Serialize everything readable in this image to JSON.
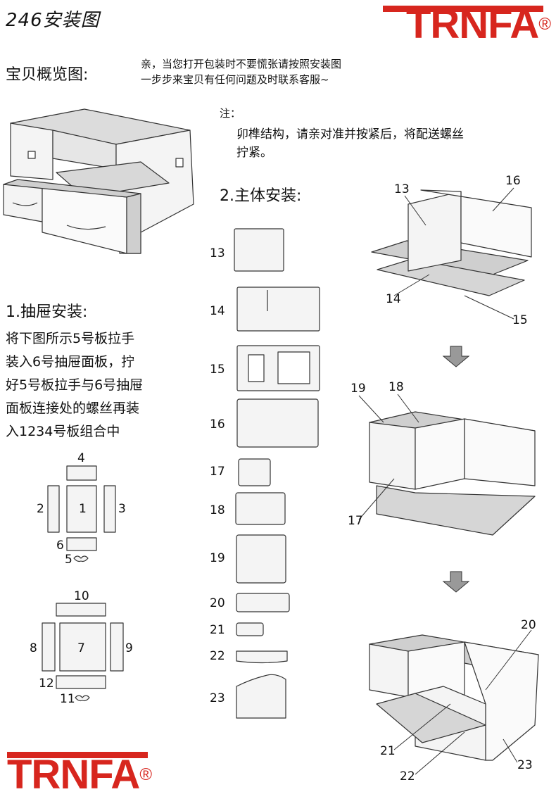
{
  "header": {
    "title": "246安装图",
    "brand": "TRNFA",
    "brand_mark": "®"
  },
  "overview": {
    "label": "宝贝概览图:",
    "intro_line1": "亲，当您打开包装时不要慌张请按照安装图",
    "intro_line2": "一步步来宝贝有任何问题及时联系客服~"
  },
  "note": {
    "label": "注：",
    "line1": "卯榫结构，请亲对准并按紧后，将配送螺丝",
    "line2": "拧紧。"
  },
  "drawer_section": {
    "title": "1.抽屉安装:",
    "lines": [
      "将下图所示5号板拉手",
      "装入6号抽屉面板，拧",
      "好5号板拉手与6号抽屉",
      "面板连接处的螺丝再装",
      "入1234号板组合中"
    ],
    "set1_numbers": [
      "4",
      "2",
      "1",
      "3",
      "6",
      "5"
    ],
    "set2_numbers": [
      "10",
      "8",
      "7",
      "9",
      "12",
      "11"
    ]
  },
  "main_section": {
    "title": "2.主体安装:",
    "part_numbers": [
      "13",
      "14",
      "15",
      "16",
      "17",
      "18",
      "19",
      "20",
      "21",
      "22",
      "23"
    ]
  },
  "step_labels": {
    "step1": [
      "13",
      "16",
      "14",
      "15"
    ],
    "step2": [
      "19",
      "18",
      "17"
    ],
    "step3": [
      "20",
      "21",
      "22",
      "23"
    ]
  },
  "colors": {
    "brand_red": "#d7261e",
    "line": "#333333",
    "panel_fill": "#f4f4f4",
    "shade_fill": "#cfcfcf"
  }
}
